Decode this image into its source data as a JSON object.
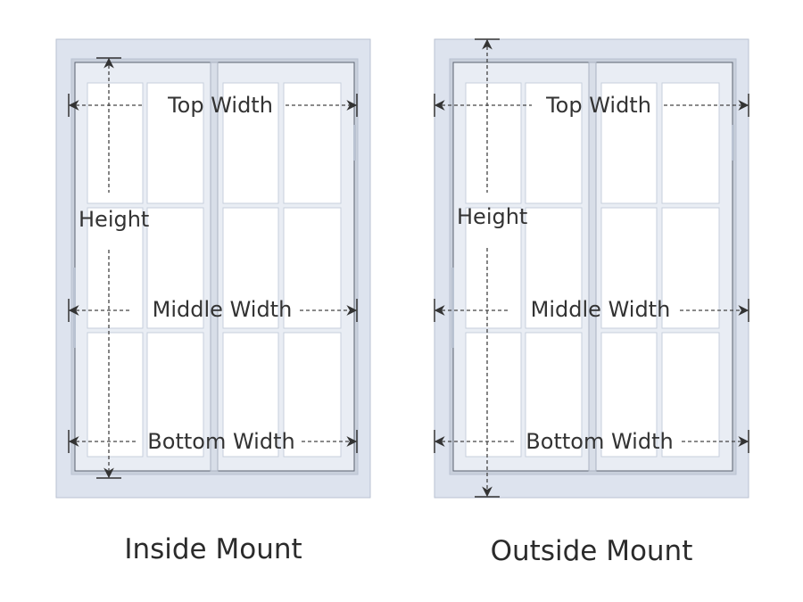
{
  "diagrams": [
    {
      "id": "inside",
      "caption": "Inside Mount",
      "labels": {
        "top": "Top Width",
        "middle": "Middle Width",
        "bottom": "Bottom Width",
        "height": "Height"
      }
    },
    {
      "id": "outside",
      "caption": "Outside Mount",
      "labels": {
        "top": "Top Width",
        "middle": "Middle Width",
        "bottom": "Bottom Width",
        "height": "Height"
      }
    }
  ],
  "colors": {
    "frame": "#dde3ee",
    "frame_edge": "#b9c2d1",
    "glass": "#ffffff",
    "line": "#333333"
  }
}
